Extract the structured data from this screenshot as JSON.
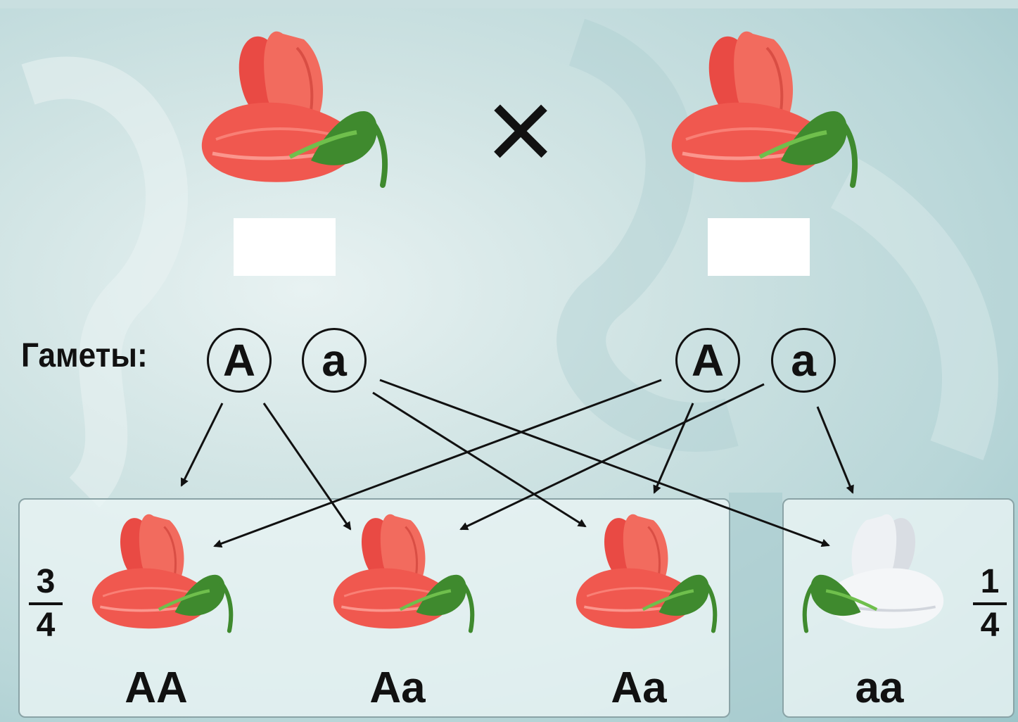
{
  "gametes_label": "Гаметы:",
  "cross_symbol": "×",
  "parent_gametes": {
    "left": [
      "A",
      "a"
    ],
    "right": [
      "A",
      "a"
    ]
  },
  "offspring": [
    {
      "genotype": "AA",
      "flower": "red-pea-flower-icon"
    },
    {
      "genotype": "Aa",
      "flower": "red-pea-flower-icon"
    },
    {
      "genotype": "Aa",
      "flower": "red-pea-flower-icon"
    },
    {
      "genotype": "aa",
      "flower": "white-pea-flower-icon"
    }
  ],
  "ratios": {
    "red": {
      "numerator": "3",
      "denominator": "4"
    },
    "white": {
      "numerator": "1",
      "denominator": "4"
    }
  },
  "colors": {
    "red_petal": "#f0584f",
    "white_petal": "#f4f6f8",
    "stem": "#3f8a2e",
    "ink": "#111111"
  }
}
